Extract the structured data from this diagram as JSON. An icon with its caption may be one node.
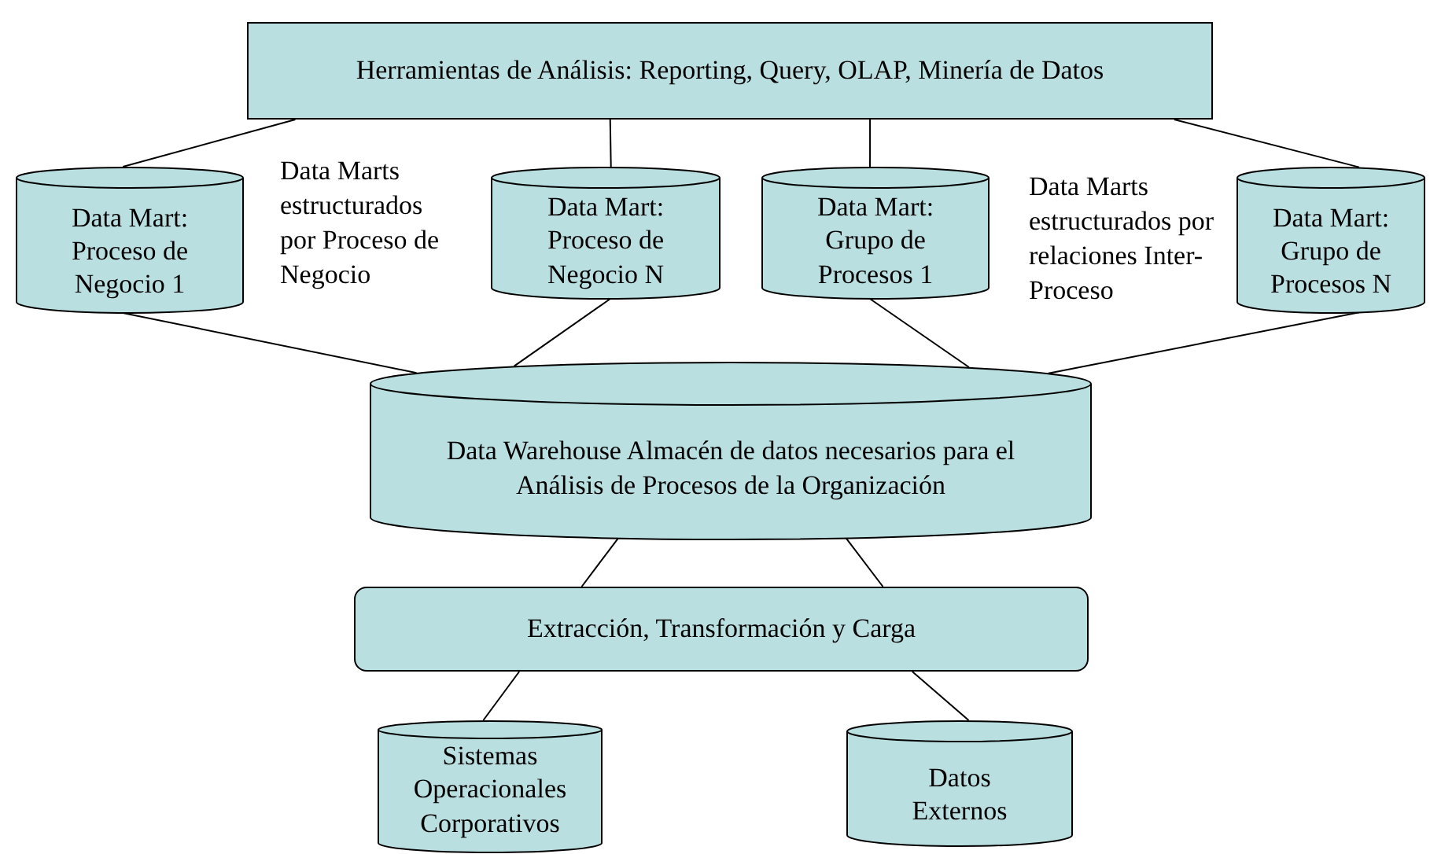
{
  "diagram": {
    "nodes": [
      {
        "text": [
          "Herramientas de Análisis: Reporting, Query, OLAP, Minería de Datos"
        ]
      },
      {
        "text": [
          "Data Mart: Proceso de Negocio 1"
        ]
      },
      {
        "text": [
          "Data Mart: Proceso de Negocio N"
        ]
      },
      {
        "text": [
          "Data Mart: Grupo de Procesos 1"
        ]
      },
      {
        "text": [
          "Data Mart: Grupo de Procesos N"
        ]
      },
      {
        "text": [
          "Data Warehouse Almacén de datos necesarios para el Análisis de Procesos de la Organización"
        ]
      },
      {
        "text": [
          "Extracción, Transformación y Carga"
        ]
      },
      {
        "text": [
          "Sistemas Operacionales Corporativos"
        ]
      },
      {
        "text": [
          "Datos Externos"
        ]
      }
    ],
    "edges": [
      {
        "from": 0,
        "to": 1,
        "arrow": "none"
      },
      {
        "from": 0,
        "to": 2,
        "arrow": "none"
      },
      {
        "from": 0,
        "to": 3,
        "arrow": "none"
      },
      {
        "from": 0,
        "to": 4,
        "arrow": "none"
      },
      {
        "from": 1,
        "to": 5,
        "arrow": "none"
      },
      {
        "from": 2,
        "to": 5,
        "arrow": "none"
      },
      {
        "from": 3,
        "to": 5,
        "arrow": "none"
      },
      {
        "from": 4,
        "to": 5,
        "arrow": "none"
      },
      {
        "from": 5,
        "to": 6,
        "arrow": "none"
      },
      {
        "from": 5,
        "to": 6,
        "arrow": "none"
      },
      {
        "from": 6,
        "to": 7,
        "arrow": "none"
      },
      {
        "from": 6,
        "to": 8,
        "arrow": "none"
      }
    ],
    "labels": [
      "Data Marts estructurados por Proceso de Negocio",
      "Data Marts estructurados por relaciones Inter-Proceso"
    ]
  }
}
